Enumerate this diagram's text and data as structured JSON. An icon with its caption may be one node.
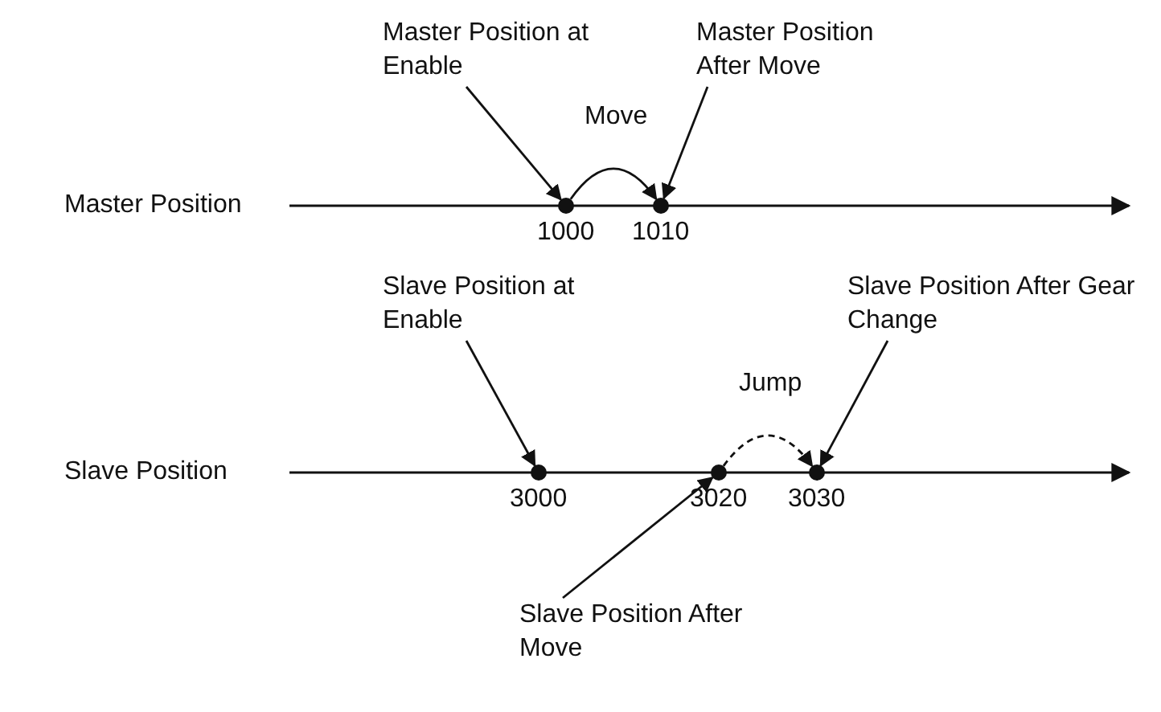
{
  "diagram": {
    "nodes": [
      {
        "text": [
          "Master Position at Enable"
        ]
      },
      {
        "text": [
          "Master Position After Move"
        ]
      },
      {
        "text": [],
        "shape": "circle",
        "beside": [
          "1000"
        ]
      },
      {
        "text": [],
        "shape": "circle",
        "beside": [
          "1010"
        ]
      },
      {
        "text": [
          "Slave Position at Enable"
        ]
      },
      {
        "text": [
          "Slave Position After Gear Change"
        ]
      },
      {
        "text": [],
        "shape": "circle",
        "beside": [
          "3000"
        ]
      },
      {
        "text": [],
        "shape": "circle",
        "beside": [
          "3020"
        ]
      },
      {
        "text": [],
        "shape": "circle",
        "beside": [
          "3030"
        ]
      },
      {
        "text": [
          "Slave Position After Move"
        ]
      }
    ],
    "edges": [
      {
        "from": 0,
        "to": 2,
        "arrow": "to"
      },
      {
        "from": 1,
        "to": 3,
        "arrow": "to"
      },
      {
        "from": 2,
        "to": 3,
        "arrow": "to",
        "label": "Move"
      },
      {
        "from": 4,
        "to": 6,
        "arrow": "to"
      },
      {
        "from": 5,
        "to": 8,
        "arrow": "to"
      },
      {
        "from": 7,
        "to": 8,
        "arrow": "to",
        "label": "Jump",
        "style": "dashed"
      },
      {
        "from": 9,
        "to": 7,
        "arrow": "to"
      }
    ],
    "labels": [
      "Master Position",
      "Slave Position"
    ]
  }
}
